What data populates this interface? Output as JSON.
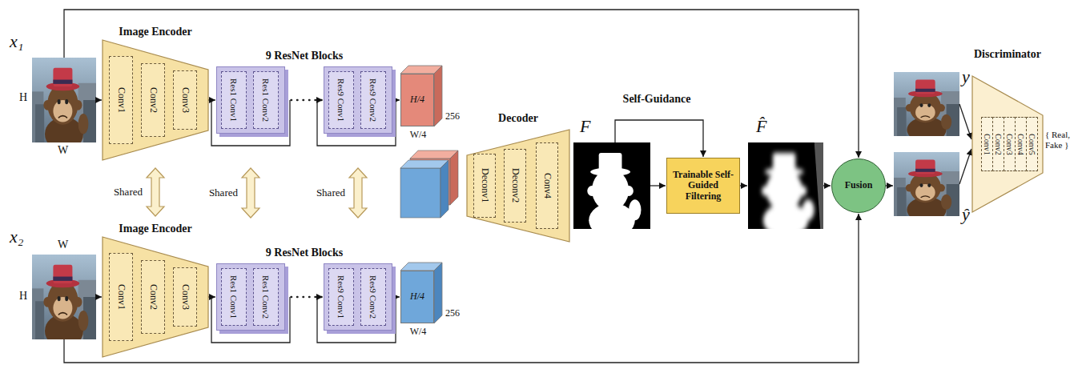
{
  "diagram": {
    "nodes": [
      {
        "text": [
          "Image Encoder"
        ]
      },
      {
        "text": [
          "Conv1"
        ],
        "in": 0
      },
      {
        "text": [
          "Conv2"
        ],
        "in": 0
      },
      {
        "text": [
          "Conv3"
        ],
        "in": 0
      },
      {
        "text": [
          "Res1 Conv1",
          "Res1 Conv2"
        ]
      },
      {
        "text": [
          "Res9 Conv1",
          "Res9 Conv2"
        ]
      },
      {
        "text": [
          "H/4",
          "W/4",
          "256"
        ]
      },
      {
        "text": [
          "Image Encoder"
        ]
      },
      {
        "text": [
          "Conv1"
        ],
        "in": 7
      },
      {
        "text": [
          "Conv2"
        ],
        "in": 7
      },
      {
        "text": [
          "Conv3"
        ],
        "in": 7
      },
      {
        "text": [
          "Res1 Conv1",
          "Res1 Conv2"
        ]
      },
      {
        "text": [
          "Res9 Conv1",
          "Res9 Conv2"
        ]
      },
      {
        "text": [
          "H/4",
          "W/4",
          "256"
        ]
      },
      {
        "text": [
          "Decoder"
        ]
      },
      {
        "text": [
          "Deconv1"
        ],
        "in": 14
      },
      {
        "text": [
          "Deconv2"
        ],
        "in": 14
      },
      {
        "text": [
          "Conv4"
        ],
        "in": 14
      },
      {
        "text": [
          "Trainable Self-Guided Filtering"
        ]
      },
      {
        "text": [
          "Fusion"
        ]
      },
      {
        "text": [
          "Discriminator"
        ]
      },
      {
        "text": [
          "Conv1"
        ],
        "in": 20
      },
      {
        "text": [
          "Conv2"
        ],
        "in": 20
      },
      {
        "text": [
          "Conv3"
        ],
        "in": 20
      },
      {
        "text": [
          "Conv4"
        ],
        "in": 20
      },
      {
        "text": [
          "Conv5"
        ],
        "in": 20
      }
    ],
    "edges": [
      {
        "from": 0,
        "to": 4,
        "arrow": "to"
      },
      {
        "from": 4,
        "to": 5,
        "arrow": "to"
      },
      {
        "from": 5,
        "to": 6,
        "arrow": "to"
      },
      {
        "from": 7,
        "to": 11,
        "arrow": "to"
      },
      {
        "from": 11,
        "to": 12,
        "arrow": "to"
      },
      {
        "from": 12,
        "to": 13,
        "arrow": "to"
      },
      {
        "from": 0,
        "to": 7,
        "label": "Shared",
        "arrow": "both"
      },
      {
        "from": 4,
        "to": 11,
        "label": "Shared",
        "arrow": "both"
      },
      {
        "from": 5,
        "to": 12,
        "label": "Shared",
        "arrow": "both"
      }
    ],
    "labels": [
      "x₁",
      "H",
      "W",
      "9 ResNet Blocks",
      "x₂",
      "W",
      "H",
      "9 ResNet Blocks",
      "F",
      "Self-Guidance",
      "F̂",
      "y",
      "ŷ",
      "{ Real, Fake }"
    ]
  }
}
